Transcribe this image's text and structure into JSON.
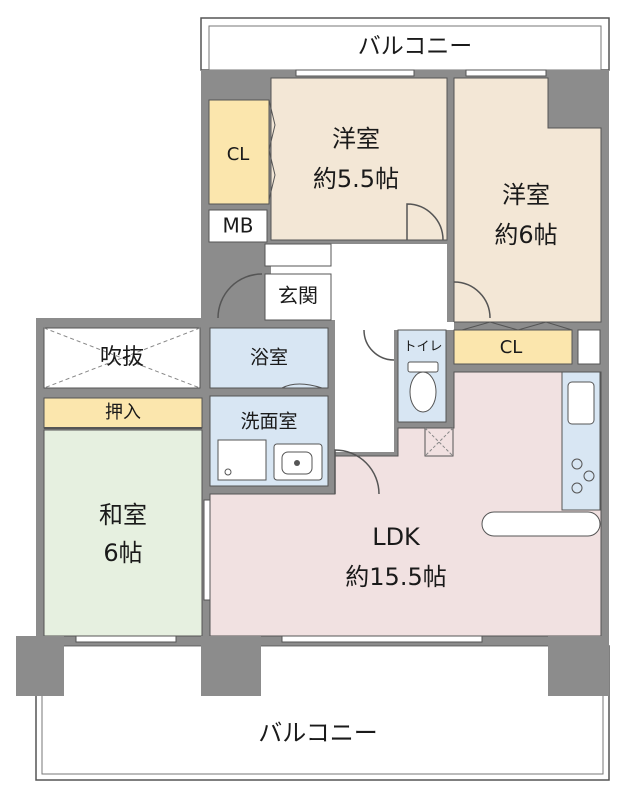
{
  "floorplan": {
    "balcony_top": "バルコニー",
    "balcony_bottom": "バルコニー",
    "western_room_1": {
      "name": "洋室",
      "size": "約5.5帖"
    },
    "western_room_2": {
      "name": "洋室",
      "size": "約6帖"
    },
    "closet_1": "CL",
    "closet_2": "CL",
    "meter_box": "MB",
    "entrance": "玄関",
    "void": "吹抜",
    "bathroom": "浴室",
    "toilet": "トイレ",
    "washroom": "洗面室",
    "storage": "押入",
    "japanese_room": {
      "name": "和室",
      "size": "6帖"
    },
    "ldk": {
      "name": "LDK",
      "size": "約15.5帖"
    }
  },
  "colors": {
    "wall": "#8c8c8c",
    "western_floor": "#f3e7d6",
    "closet_fill": "#fbe6ad",
    "wet_area_fill": "#d8e6f3",
    "japanese_floor": "#e6f0e0",
    "ldk_floor": "#f1e1e1",
    "white": "#ffffff"
  }
}
